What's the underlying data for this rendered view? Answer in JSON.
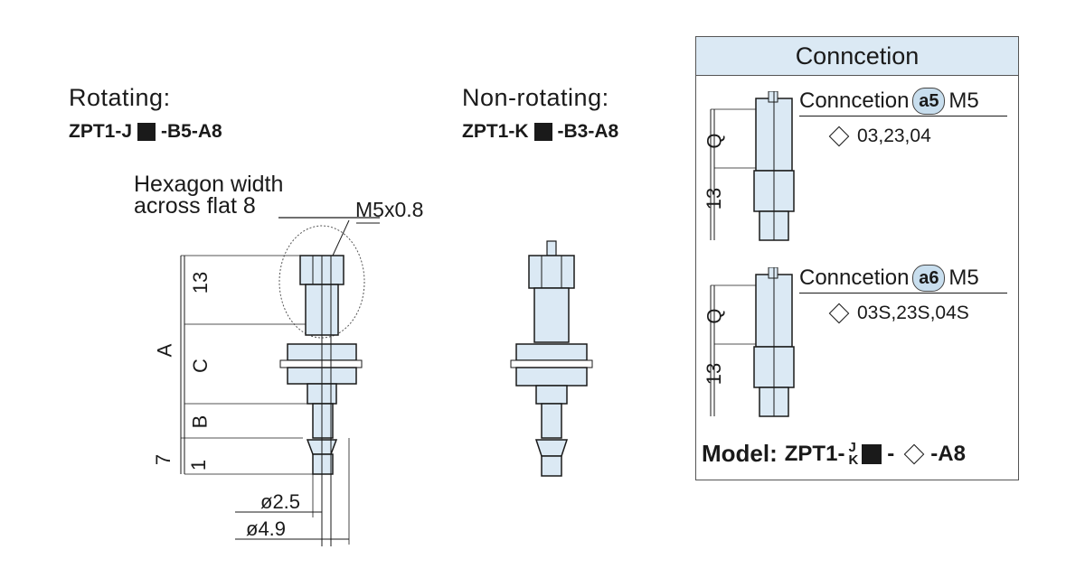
{
  "rotating": {
    "title": "Rotating:",
    "code_prefix": "ZPT1-J",
    "code_suffix": "-B5-A8",
    "hex_label_line1": "Hexagon width",
    "hex_label_line2": "across flat 8",
    "thread_label": "M5x0.8",
    "dim_A": "A",
    "dim_13": "13",
    "dim_C": "C",
    "dim_B": "B",
    "dim_7": "7",
    "dim_1": "1",
    "dia_inner": "ø2.5",
    "dia_outer": "ø4.9"
  },
  "nonrotating": {
    "title": "Non-rotating:",
    "code_prefix": "ZPT1-K",
    "code_suffix": "-B3-A8"
  },
  "connection": {
    "header": "Conncetion",
    "a5": {
      "label": "Conncetion",
      "badge": "a5",
      "thread": "M5",
      "options": "03,23,04",
      "dim_Q": "Q",
      "dim_13": "13"
    },
    "a6": {
      "label": "Conncetion",
      "badge": "a6",
      "thread": "M5",
      "options": "03S,23S,04S",
      "dim_Q": "Q",
      "dim_13": "13"
    },
    "model_label": "Model:",
    "model_prefix": "ZPT1-",
    "model_j": "J",
    "model_k": "K",
    "model_suffix": "-A8"
  },
  "colors": {
    "part_fill": "#dbe9f4",
    "line": "#1a1a1a",
    "header_fill": "#dbe9f4"
  }
}
